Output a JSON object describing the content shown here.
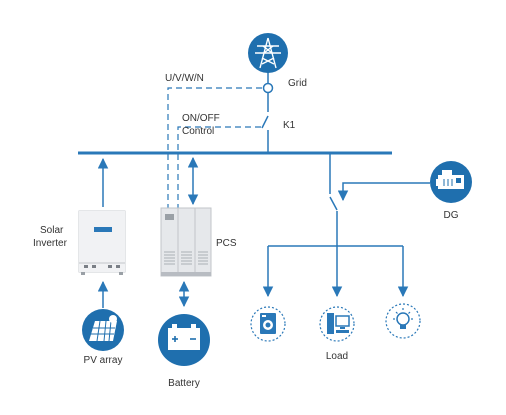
{
  "labels": {
    "grid": "Grid",
    "k1": "K1",
    "uvwn": "U/V/W/N",
    "on_off": "ON/OFF",
    "control": "Control",
    "solar": "Solar",
    "inverter": "Inverter",
    "pcs": "PCS",
    "dg": "DG",
    "pv_array": "PV array",
    "battery": "Battery",
    "load": "Load"
  },
  "colors": {
    "line": "#2a78b8",
    "dashed": "#2a78b8",
    "icon_fill": "#1f6fae",
    "equipment_gray": "#d9dce0",
    "text": "#333333"
  },
  "icons": [
    "transmission-tower-icon",
    "generator-icon",
    "solar-panel-icon",
    "battery-icon",
    "washing-machine-icon",
    "computer-icon",
    "light-bulb-icon"
  ]
}
